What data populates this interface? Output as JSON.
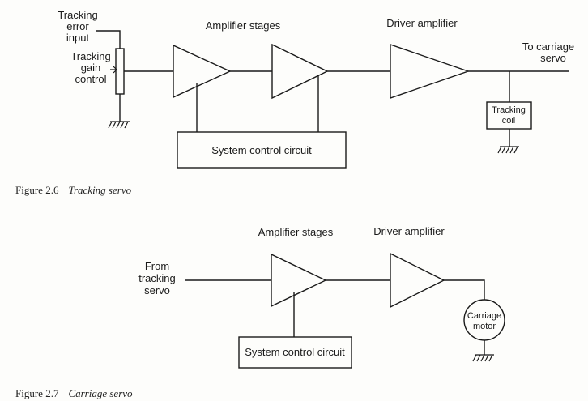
{
  "figure1": {
    "labels": {
      "input_line1": "Tracking",
      "input_line2": "error",
      "input_line3": "input",
      "gain_line1": "Tracking",
      "gain_line2": "gain",
      "gain_line3": "control",
      "amplifier_stages": "Amplifier stages",
      "driver_amplifier": "Driver amplifier",
      "output_line1": "To carriage",
      "output_line2": "servo",
      "coil_line1": "Tracking",
      "coil_line2": "coil",
      "system_control": "System control circuit"
    },
    "caption": {
      "number": "Figure 2.6",
      "title": "Tracking servo"
    }
  },
  "figure2": {
    "labels": {
      "input_line1": "From",
      "input_line2": "tracking",
      "input_line3": "servo",
      "amplifier_stages": "Amplifier stages",
      "driver_amplifier": "Driver amplifier",
      "motor_line1": "Carriage",
      "motor_line2": "motor",
      "system_control": "System control circuit"
    },
    "caption": {
      "number": "Figure 2.7",
      "title": "Carriage servo"
    }
  }
}
